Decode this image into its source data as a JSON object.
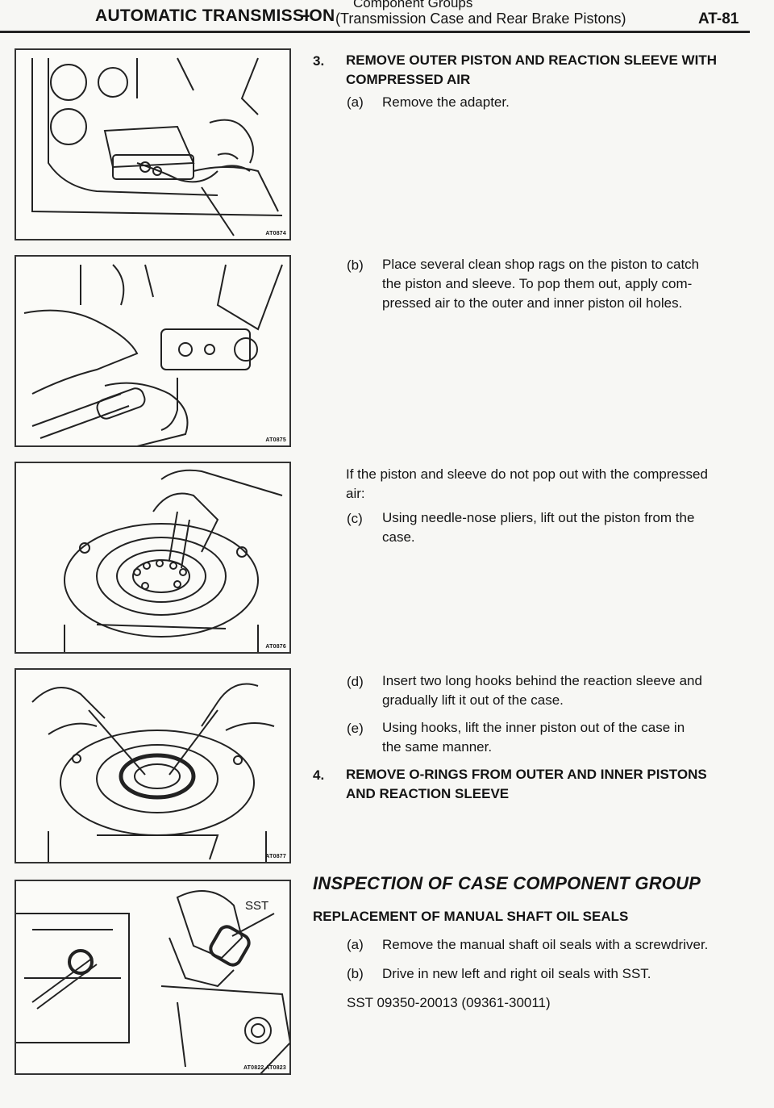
{
  "header": {
    "section": "AUTOMATIC TRANSMISSION",
    "dash": "–",
    "group": "Component Groups",
    "subtitle": "(Transmission Case and Rear Brake Pistons)",
    "page": "AT-81"
  },
  "figures": [
    {
      "id": "AT0874"
    },
    {
      "id": "AT0875"
    },
    {
      "id": "AT0876"
    },
    {
      "id": "AT0877"
    },
    {
      "id": "AT0822 AT0823",
      "callout": "SST"
    }
  ],
  "step3": {
    "number": "3.",
    "title_line1": "REMOVE OUTER PISTON AND REACTION SLEEVE WITH",
    "title_line2": "COMPRESSED AIR",
    "a_label": "(a)",
    "a_text": "Remove the adapter.",
    "b_label": "(b)",
    "b_line1": "Place several clean shop rags on the piston to catch",
    "b_line2": "the piston and sleeve. To pop them out, apply com-",
    "b_line3": "pressed air to the outer and inner piston oil holes.",
    "note_line1": "If the piston and sleeve do not pop out with the compressed",
    "note_line2": "air:",
    "c_label": "(c)",
    "c_line1": "Using needle-nose pliers, lift out the piston from the",
    "c_line2": "case.",
    "d_label": "(d)",
    "d_line1": "Insert two long hooks behind the reaction sleeve and",
    "d_line2": "gradually lift it out of the case.",
    "e_label": "(e)",
    "e_line1": "Using hooks, lift the inner piston out of the case in",
    "e_line2": "the same manner."
  },
  "step4": {
    "number": "4.",
    "title_line1": "REMOVE O-RINGS FROM OUTER AND INNER PISTONS",
    "title_line2": "AND REACTION SLEEVE"
  },
  "inspection": {
    "heading": "INSPECTION OF CASE COMPONENT GROUP",
    "subheading": "REPLACEMENT OF MANUAL SHAFT OIL SEALS",
    "a_label": "(a)",
    "a_text": "Remove the manual shaft oil seals with a screwdriver.",
    "b_label": "(b)",
    "b_text": "Drive in new left and right oil seals with SST.",
    "sst_text": "SST 09350-20013 (09361-30011)"
  }
}
